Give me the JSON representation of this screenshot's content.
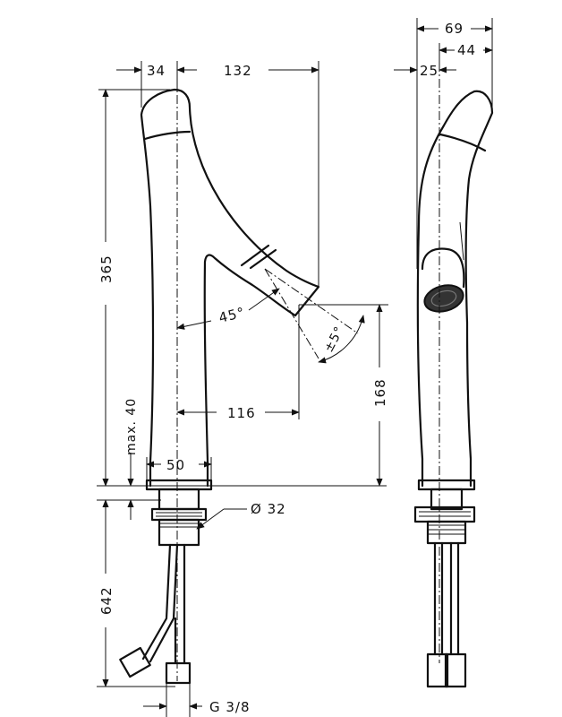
{
  "dimensions": {
    "top_left_width": "34",
    "top_reach": "132",
    "side_total_width": "69",
    "side_right_width": "44",
    "side_left_offset": "25",
    "total_height": "365",
    "spout_angle": "45°",
    "spout_tilt": "±5°",
    "spout_projection": "116",
    "spout_height": "168",
    "deck_thickness": "max. 40",
    "base_width": "50",
    "shank_diameter": "Ø 32",
    "hose_length": "642",
    "connection_thread": "G 3/8"
  },
  "colors": {
    "line": "#111111",
    "aerator": "#333333",
    "background": "#ffffff"
  }
}
